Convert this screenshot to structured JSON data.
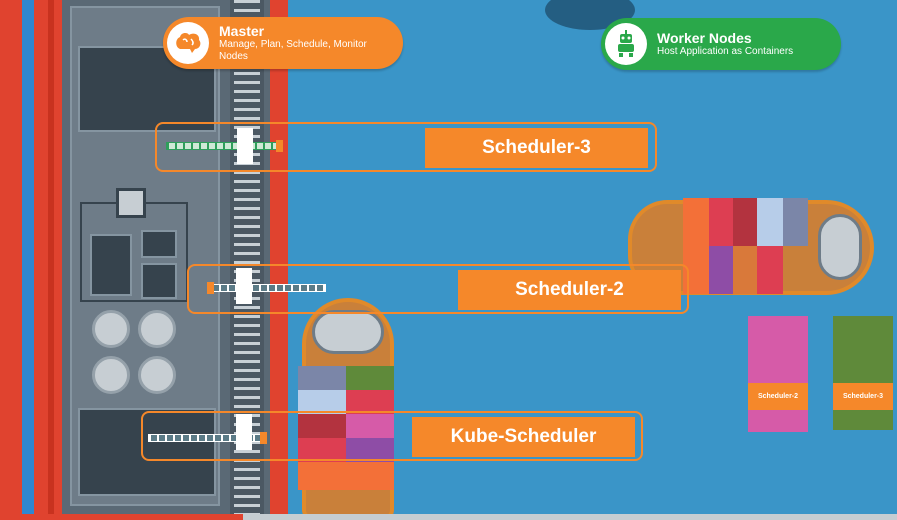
{
  "legend": {
    "master": {
      "title": "Master",
      "subtitle": "Manage, Plan, Schedule, Monitor Nodes",
      "color": "#f5882a",
      "icon": "brain-icon"
    },
    "worker": {
      "title": "Worker Nodes",
      "subtitle": "Host Application as Containers",
      "color": "#2aa84a",
      "icon": "robot-icon"
    }
  },
  "schedulers": [
    {
      "label": "Scheduler-3"
    },
    {
      "label": "Scheduler-2"
    },
    {
      "label": "Kube-Scheduler"
    }
  ],
  "node_containers": [
    {
      "label": "Scheduler-2",
      "color": "#d65ba8"
    },
    {
      "label": "Scheduler-3",
      "color": "#5f8a3a"
    }
  ],
  "colors": {
    "accent": "#f5882a",
    "sea": "#3a95c8",
    "dock_red": "#e0432f",
    "green": "#2aa84a"
  }
}
